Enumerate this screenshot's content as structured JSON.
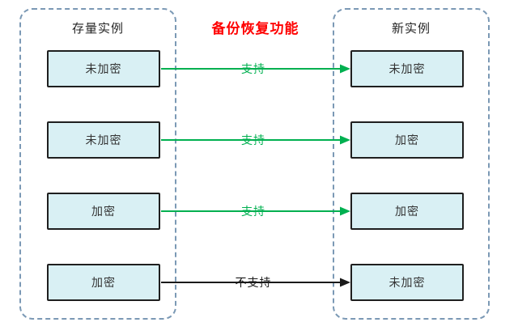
{
  "header": {
    "title": "备份恢复功能",
    "color": "#ff0000"
  },
  "panels": {
    "source": {
      "title": "存量实例"
    },
    "target": {
      "title": "新实例"
    }
  },
  "rows": [
    {
      "source": "未加密",
      "target": "未加密",
      "label": "支持",
      "color": "#00b050"
    },
    {
      "source": "未加密",
      "target": "加密",
      "label": "支持",
      "color": "#00b050"
    },
    {
      "source": "加密",
      "target": "加密",
      "label": "支持",
      "color": "#00b050"
    },
    {
      "source": "加密",
      "target": "未加密",
      "label": "不支持",
      "color": "#1a1a1a"
    }
  ],
  "colors": {
    "box_fill": "#d9f0f4",
    "box_border": "#1f1f1f",
    "panel_border": "#7b99b5",
    "supported": "#00b050",
    "unsupported": "#1a1a1a",
    "title_red": "#ff0000"
  }
}
